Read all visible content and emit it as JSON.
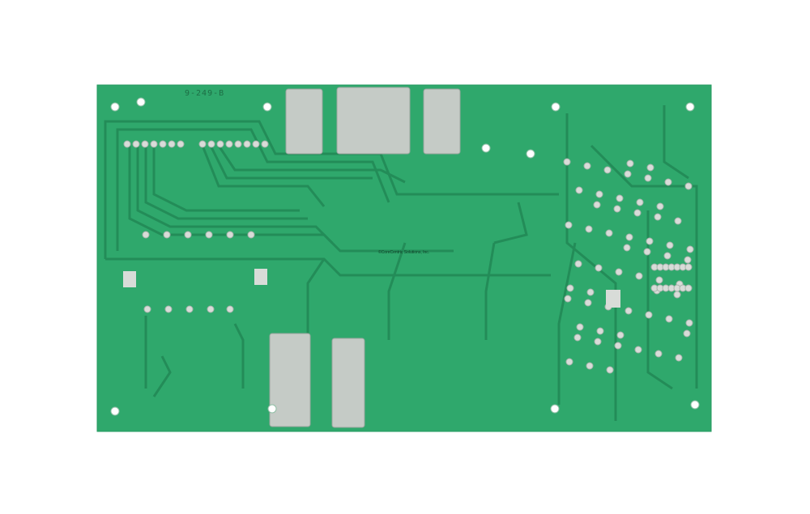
{
  "image": {
    "subject": "circuit-board-solder-side",
    "silkscreen_label": "9-249-B",
    "watermark": "©CoreCentric Solutions, Inc.",
    "colors": {
      "board": "#2fa86c",
      "trace": "#238c58",
      "pad": "#d8dcd8",
      "background": "#ffffff"
    }
  }
}
